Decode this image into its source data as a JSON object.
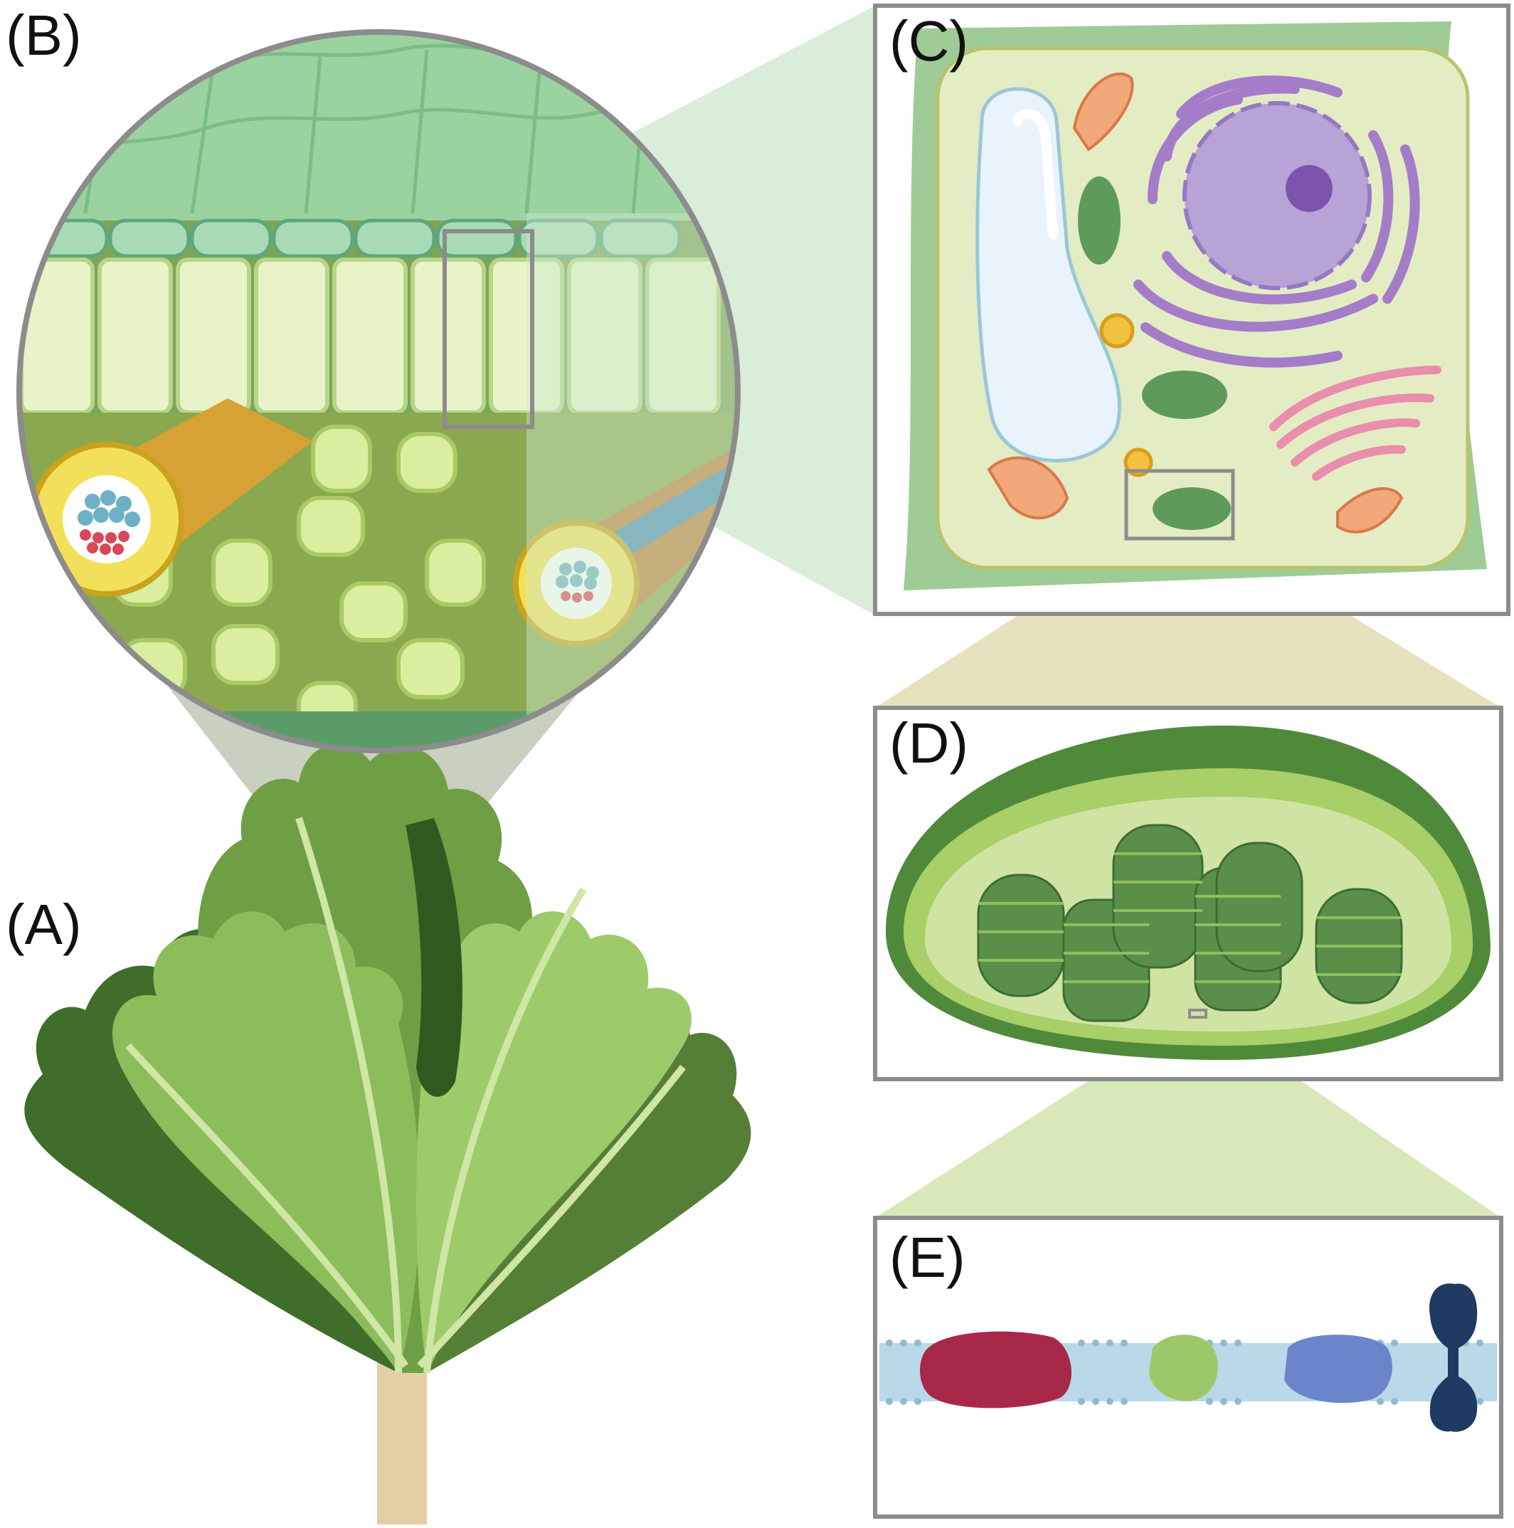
{
  "figure": {
    "panels": [
      {
        "id": "A",
        "label": "(A)"
      },
      {
        "id": "B",
        "label": "(B)"
      },
      {
        "id": "C",
        "label": "(C)"
      },
      {
        "id": "D",
        "label": "(D)"
      },
      {
        "id": "E",
        "label": "(E)"
      }
    ]
  },
  "colors": {
    "frame": "#8c8c8c",
    "leaf_dark": "#4f7d34",
    "leaf_mid": "#74a54a",
    "leaf_light": "#a6cf78",
    "callout_green": "#cfe9cf",
    "callout_tan": "#e6e2bd",
    "cytoplasm": "#e4ecc4",
    "cell_wall": "#9fcb96",
    "vacuole": "#e8f3fb",
    "nucleus": "#b7a3d6",
    "er": "#a47cc8",
    "golgi": "#e98eac",
    "mitochondrion": "#f2a878",
    "chloroplast": "#5e9a5a",
    "membrane": "#b9d9e8",
    "protein_red": "#a8284a",
    "protein_green": "#9cc86a",
    "protein_blue": "#6a85c9",
    "protein_navy": "#1f3b64"
  },
  "icons": [
    "lettuce-icon",
    "leaf-cross-section-icon",
    "plant-cell-icon",
    "chloroplast-icon",
    "thylakoid-membrane-icon"
  ]
}
